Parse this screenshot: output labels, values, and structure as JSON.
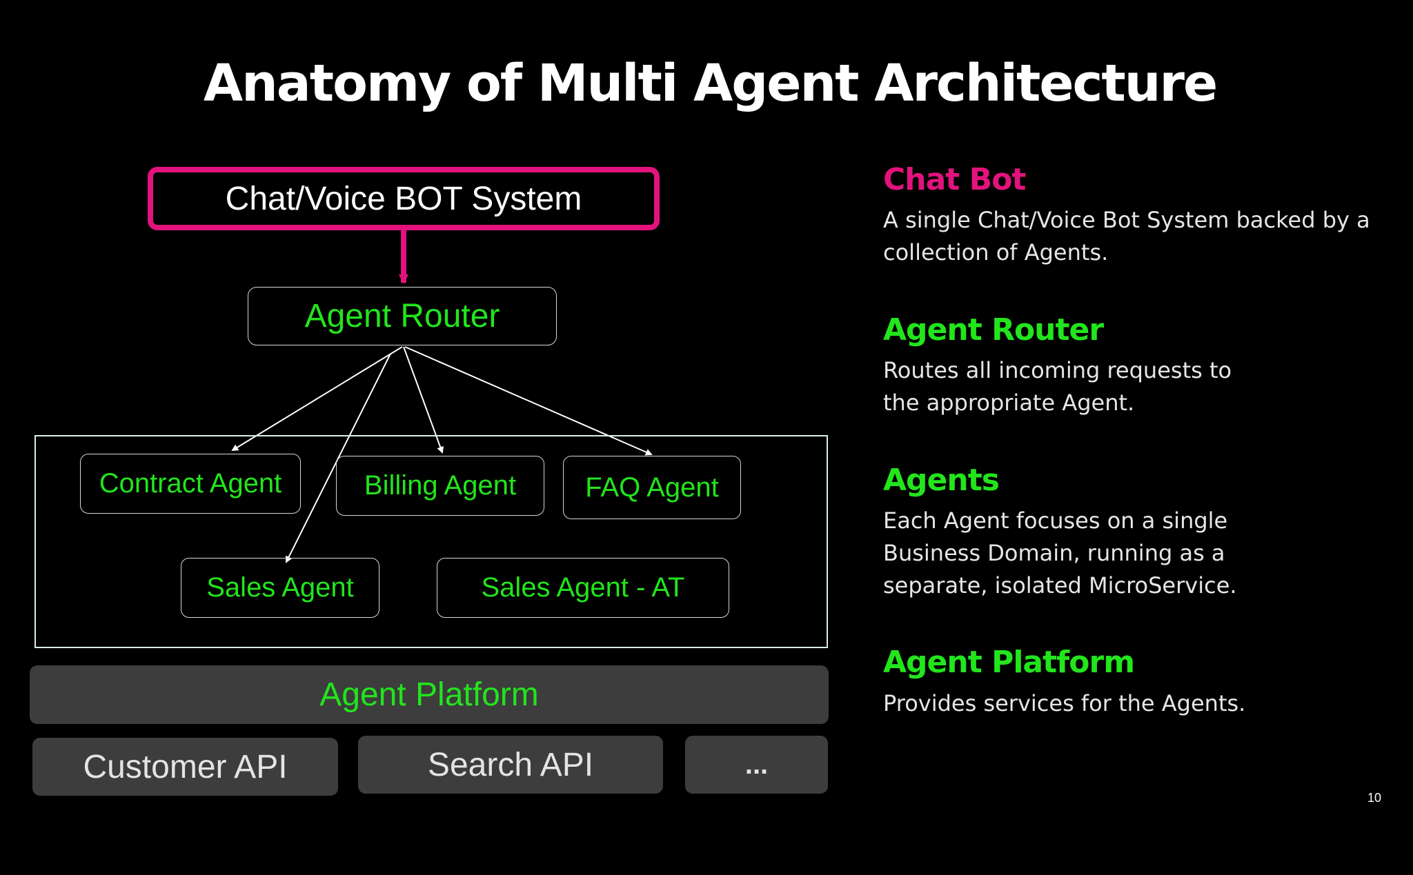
{
  "slide": {
    "title": "Anatomy of Multi Agent Architecture",
    "page_number": "10"
  },
  "diagram": {
    "bot_system": "Chat/Voice BOT System",
    "router": "Agent Router",
    "agents": [
      "Contract Agent",
      "Billing Agent",
      "FAQ Agent",
      "Sales Agent",
      "Sales Agent - AT"
    ],
    "platform": "Agent Platform",
    "apis": [
      "Customer API",
      "Search API",
      "..."
    ]
  },
  "legend": [
    {
      "heading": "Chat Bot",
      "text": "A single Chat/Voice Bot System backed by a collection of Agents.",
      "color": "#e2137c"
    },
    {
      "heading": "Agent Router",
      "text": "Routes all incoming requests to the appropriate Agent.",
      "color": "#22e51c"
    },
    {
      "heading": "Agents",
      "text": "Each Agent focuses on a single Business Domain, running as a separate, isolated MicroService.",
      "color": "#22e51c"
    },
    {
      "heading": "Agent Platform",
      "text": "Provides services for the Agents.",
      "color": "#22e51c"
    }
  ],
  "colors": {
    "accent_magenta": "#e2137c",
    "accent_green": "#22e51c",
    "panel_gray": "#3d3d3d"
  }
}
